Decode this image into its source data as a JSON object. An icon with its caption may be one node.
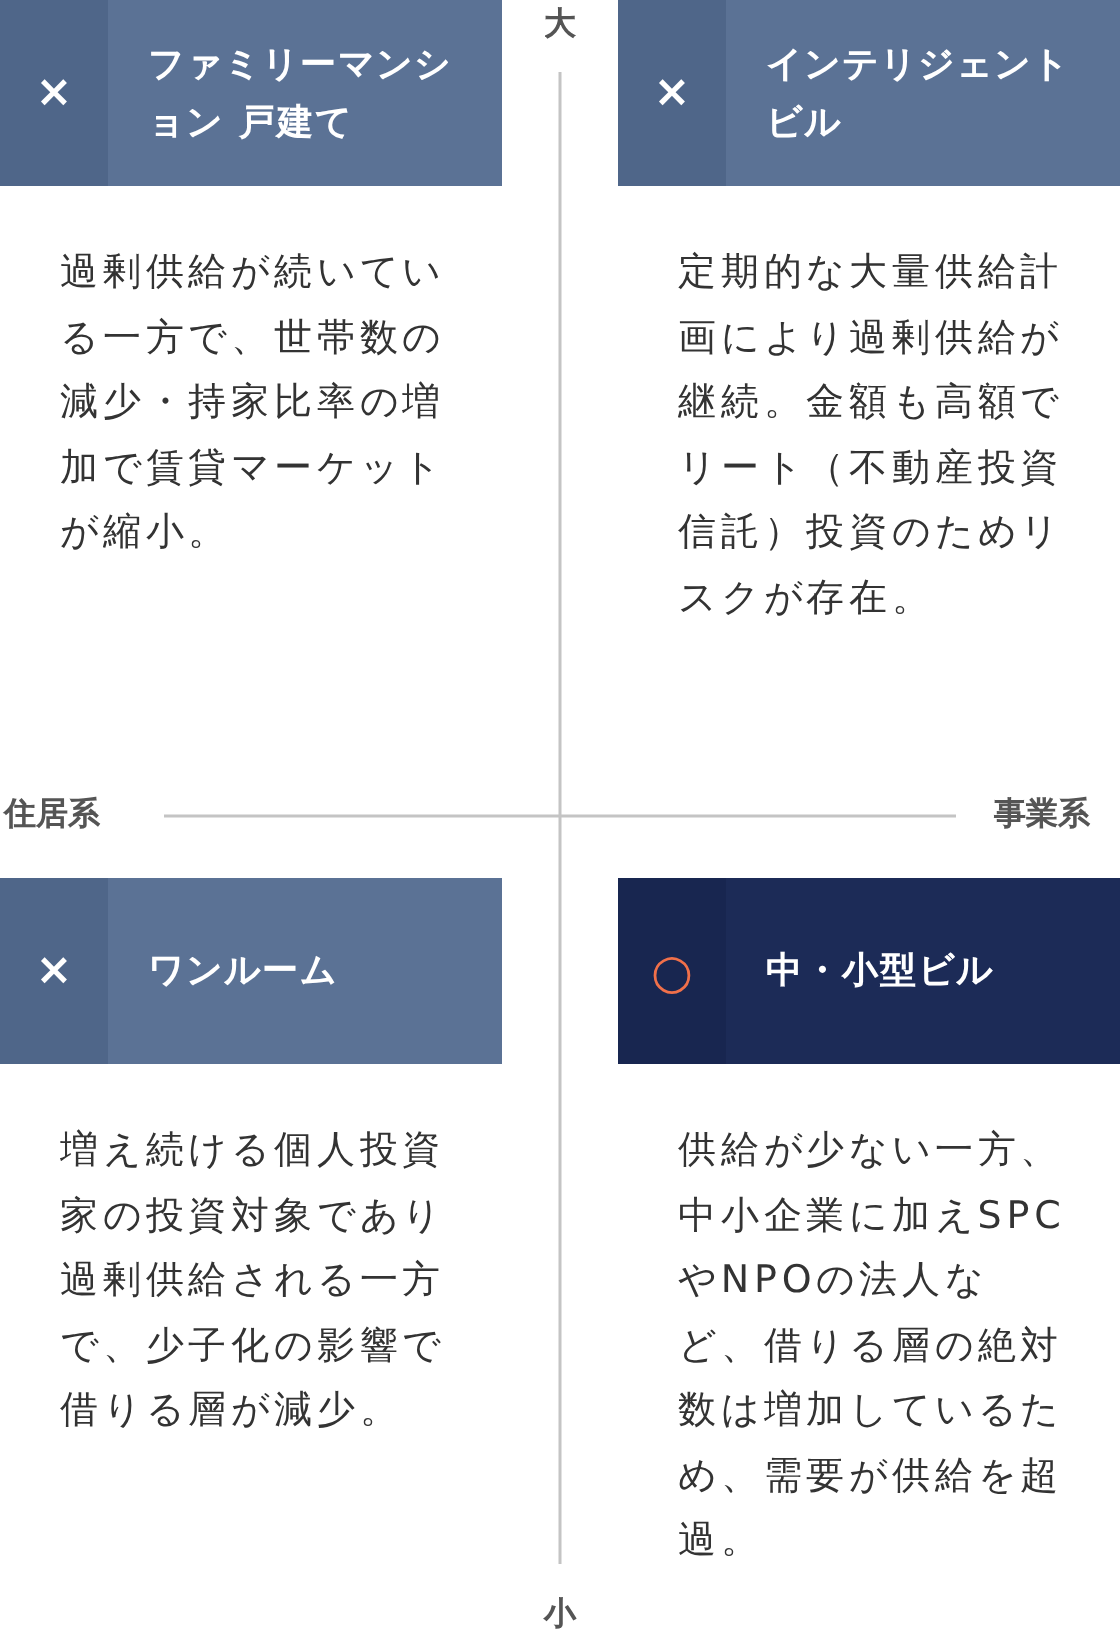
{
  "diagram": {
    "nodes": [
      {
        "text": [
          "×",
          "ファミリーマンション 戸建て",
          "過剰供給が続いている一方で、世帯数の減少・持家比率の増加で賃貸マーケットが縮小。"
        ]
      },
      {
        "text": [
          "×",
          "インテリジェントビル",
          "定期的な大量供給計画により過剰供給が継続。金額も高額でリート（不動産投資信託）投資のためリスクが存在。"
        ]
      },
      {
        "text": [
          "×",
          "ワンルーム",
          "増え続ける個人投資家の投資対象であり過剰供給される一方で、少子化の影響で借りる層が減少。"
        ]
      },
      {
        "text": [
          "○",
          "中・小型ビル",
          "供給が少ない一方、中小企業に加えSPCやNPOの法人など、借りる層の絶対数は増加しているため、需要が供給を超過。"
        ]
      }
    ],
    "labels": [
      "大",
      "住居系",
      "事業系",
      "小"
    ]
  }
}
